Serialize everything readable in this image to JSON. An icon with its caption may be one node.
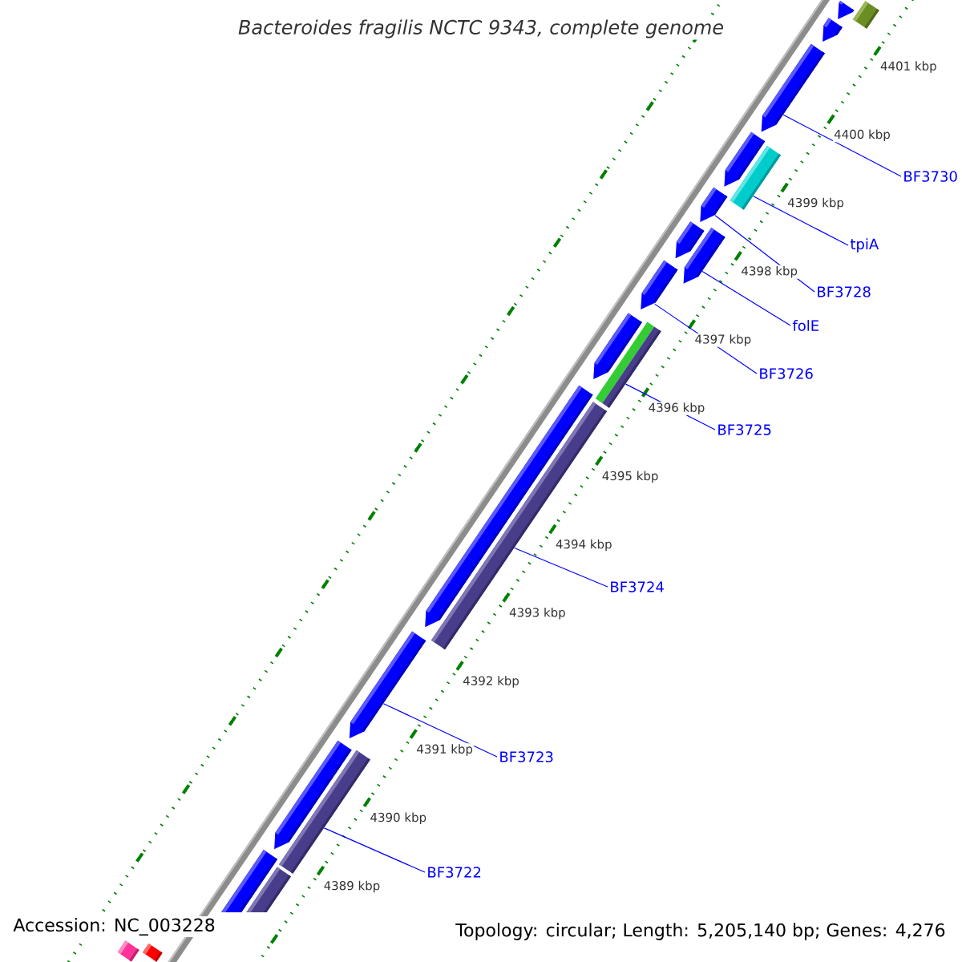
{
  "diagram": {
    "title": "Bacteroides fragilis NCTC 9343, complete genome",
    "nodes": [
      {
        "text": [
          "BF3730"
        ]
      },
      {
        "text": [
          "tpiA"
        ]
      },
      {
        "text": [
          "BF3728"
        ]
      },
      {
        "text": [
          "folE"
        ]
      },
      {
        "text": [
          "BF3726"
        ]
      },
      {
        "text": [
          "BF3725"
        ]
      },
      {
        "text": [
          "BF3724"
        ]
      },
      {
        "text": [
          "BF3723"
        ]
      },
      {
        "text": [
          "BF3722"
        ]
      },
      {
        "text": [],
        "shape": "arrow"
      },
      {
        "text": [],
        "shape": "bar"
      },
      {
        "text": [],
        "shape": "arrow"
      },
      {
        "text": [],
        "shape": "arrow"
      },
      {
        "text": [],
        "shape": "arrow"
      },
      {
        "text": [],
        "shape": "bar"
      },
      {
        "text": [],
        "shape": "arrow"
      },
      {
        "text": [],
        "shape": "arrow"
      },
      {
        "text": [],
        "shape": "arrow"
      },
      {
        "text": [],
        "shape": "arrow"
      },
      {
        "text": [],
        "shape": "arrow"
      },
      {
        "text": [],
        "shape": "bar"
      },
      {
        "text": [],
        "shape": "arrow"
      },
      {
        "text": [],
        "shape": "bar"
      },
      {
        "text": [],
        "shape": "arrow"
      },
      {
        "text": [],
        "shape": "arrow"
      },
      {
        "text": [],
        "shape": "bar"
      },
      {
        "text": [],
        "shape": "arrow"
      },
      {
        "text": [],
        "shape": "bar"
      },
      {
        "text": [],
        "shape": "bar"
      },
      {
        "text": [],
        "shape": "bar"
      }
    ],
    "edges": [
      {
        "from": 0,
        "to": 12,
        "arrow": "none"
      },
      {
        "from": 1,
        "to": 14,
        "arrow": "none"
      },
      {
        "from": 2,
        "to": 15,
        "arrow": "none"
      },
      {
        "from": 3,
        "to": 17,
        "arrow": "none"
      },
      {
        "from": 4,
        "to": 18,
        "arrow": "none"
      },
      {
        "from": 5,
        "to": 20,
        "arrow": "none"
      },
      {
        "from": 6,
        "to": 22,
        "arrow": "none"
      },
      {
        "from": 7,
        "to": 23,
        "arrow": "none"
      },
      {
        "from": 8,
        "to": 25,
        "arrow": "none"
      }
    ],
    "labels": [
      "4401 kbp",
      "4400 kbp",
      "4399 kbp",
      "4398 kbp",
      "4397 kbp",
      "4396 kbp",
      "4395 kbp",
      "4394 kbp",
      "4393 kbp",
      "4392 kbp",
      "4391 kbp",
      "4390 kbp",
      "4389 kbp",
      "Accession: NC_003228",
      "Topology: circular; Length: 5,205,140 bp; Genes: 4,276"
    ]
  }
}
